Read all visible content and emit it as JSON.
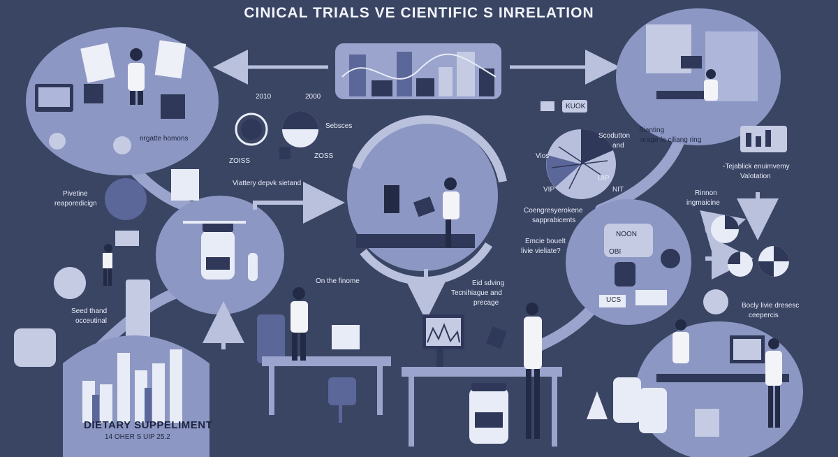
{
  "title": "CINICAL TRIALS VE CIENTIFIC S INRELATION",
  "colors": {
    "background": "#3a4564",
    "bubble": "#8c97c3",
    "bubble_light": "#c4cbe3",
    "arrow": "#b9c1dd",
    "figure_dark": "#232a45",
    "lab_coat": "#f3f4f8"
  },
  "labels": {
    "year_2010": "2010",
    "year_2000": "2000",
    "sebsces": "Sebsces",
    "zoiss": "ZOISS",
    "zoss": "ZOSS",
    "viattery": "Viattery depvk sietand",
    "nrgatte": "nrgatte homons",
    "pivetine": "Pivetine",
    "reaporedicign": "reaporedicign",
    "seed_line1": "Seed thand",
    "seed_line2": "occeutinal",
    "dietary": "DIETARY SUPPELIMENT",
    "dietary_sub": "14 OHER S UIP 25.2",
    "onthe": "On the finome",
    "eid_line1": "Eid sdving",
    "eid_line2": "Tecnihiague and",
    "eid_line3": "precage",
    "kuon": "KUOK",
    "scoduton": "Scodutton",
    "and": "and",
    "sianting": "Sianting",
    "orage": "orage fe ciliang ring",
    "tejable_line1": "-Tejablick enuimvemy",
    "tejable_line2": "Valotation",
    "rinnon_line1": "Rinnon",
    "rinnon_line2": "ingmaicine",
    "coengrey": "Coengresyerokene",
    "sapprabicents": "sapprabicents",
    "emcie_line1": "Emcie bouelt",
    "emcie_line2": "livie vieliate?",
    "bocly_line1": "Bocly livie dresesc",
    "bocly_line2": "ceepercis",
    "ucs": "UCS",
    "obi": "OBI",
    "noon": "NOON",
    "vios": "Vios",
    "vip": "VIP",
    "uip": "UIP",
    "nit": "NIT"
  }
}
